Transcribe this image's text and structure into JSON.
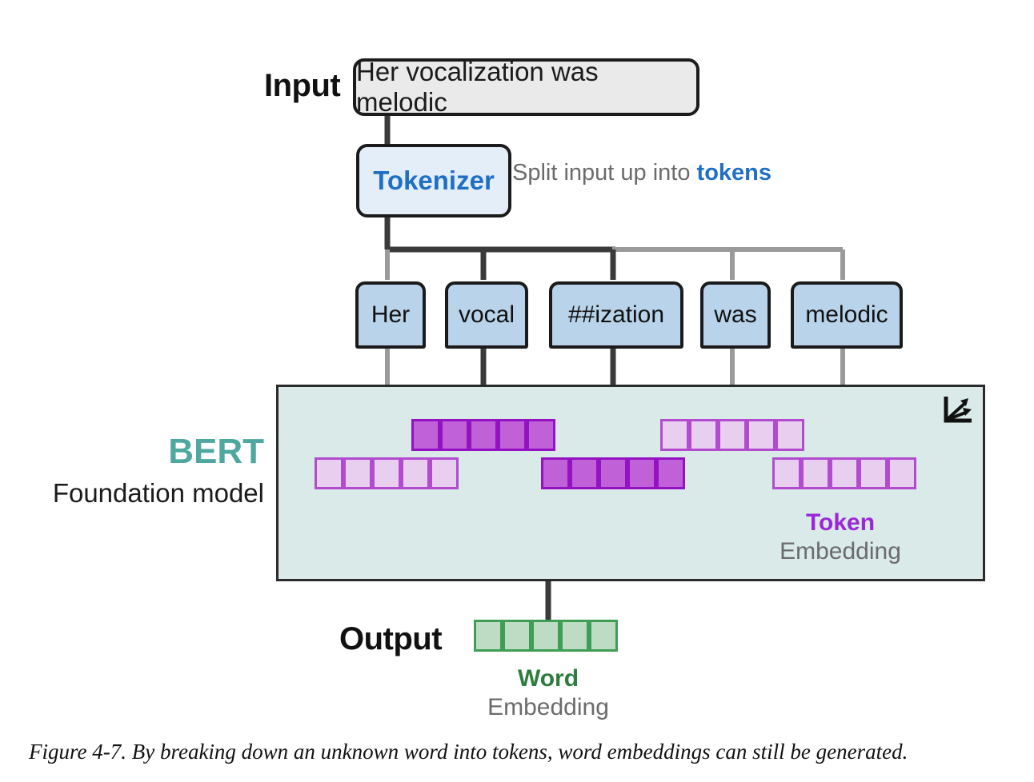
{
  "figure": {
    "caption": "Figure 4-7. By breaking down an unknown word into tokens, word embeddings can still be generated."
  },
  "input": {
    "label": "Input",
    "text": "Her vocalization was melodic"
  },
  "tokenizer": {
    "label": "Tokenizer",
    "note_prefix": "Split input up into ",
    "note_highlight": "tokens"
  },
  "tokens": [
    {
      "text": "Her",
      "active": false
    },
    {
      "text": "vocal",
      "active": true
    },
    {
      "text": "##ization",
      "active": true
    },
    {
      "text": "was",
      "active": false
    },
    {
      "text": "melodic",
      "active": false
    }
  ],
  "model": {
    "name": "BERT",
    "subtitle": "Foundation model",
    "corner_icon": "embedding-axes-icon"
  },
  "embeddings": {
    "cells_per_vector": 5,
    "vectors": [
      {
        "token": "vocal",
        "row": 1,
        "active": true
      },
      {
        "token": "was",
        "row": 1,
        "active": false
      },
      {
        "token": "Her",
        "row": 2,
        "active": false
      },
      {
        "token": "##ization",
        "row": 2,
        "active": true
      },
      {
        "token": "melodic",
        "row": 2,
        "active": false
      }
    ],
    "legend_title": "Token",
    "legend_subtitle": "Embedding"
  },
  "output": {
    "label": "Output",
    "cells": 5,
    "legend_title": "Word",
    "legend_subtitle": "Embedding"
  },
  "colors": {
    "token_chip": "#b9d3ea",
    "tokenizer_blue": "#1f6fc4",
    "panel_bg": "#d9eae8",
    "bert_teal": "#4fa8a0",
    "embedding_strong": "#c061d8",
    "embedding_strong_border": "#9412c4",
    "embedding_faded": "#e8cff0",
    "embedding_faded_border": "#b24bd0",
    "word_green": "#3e9e54",
    "wire_dark": "#3a3a3a",
    "wire_gray": "#9a9a9a"
  }
}
